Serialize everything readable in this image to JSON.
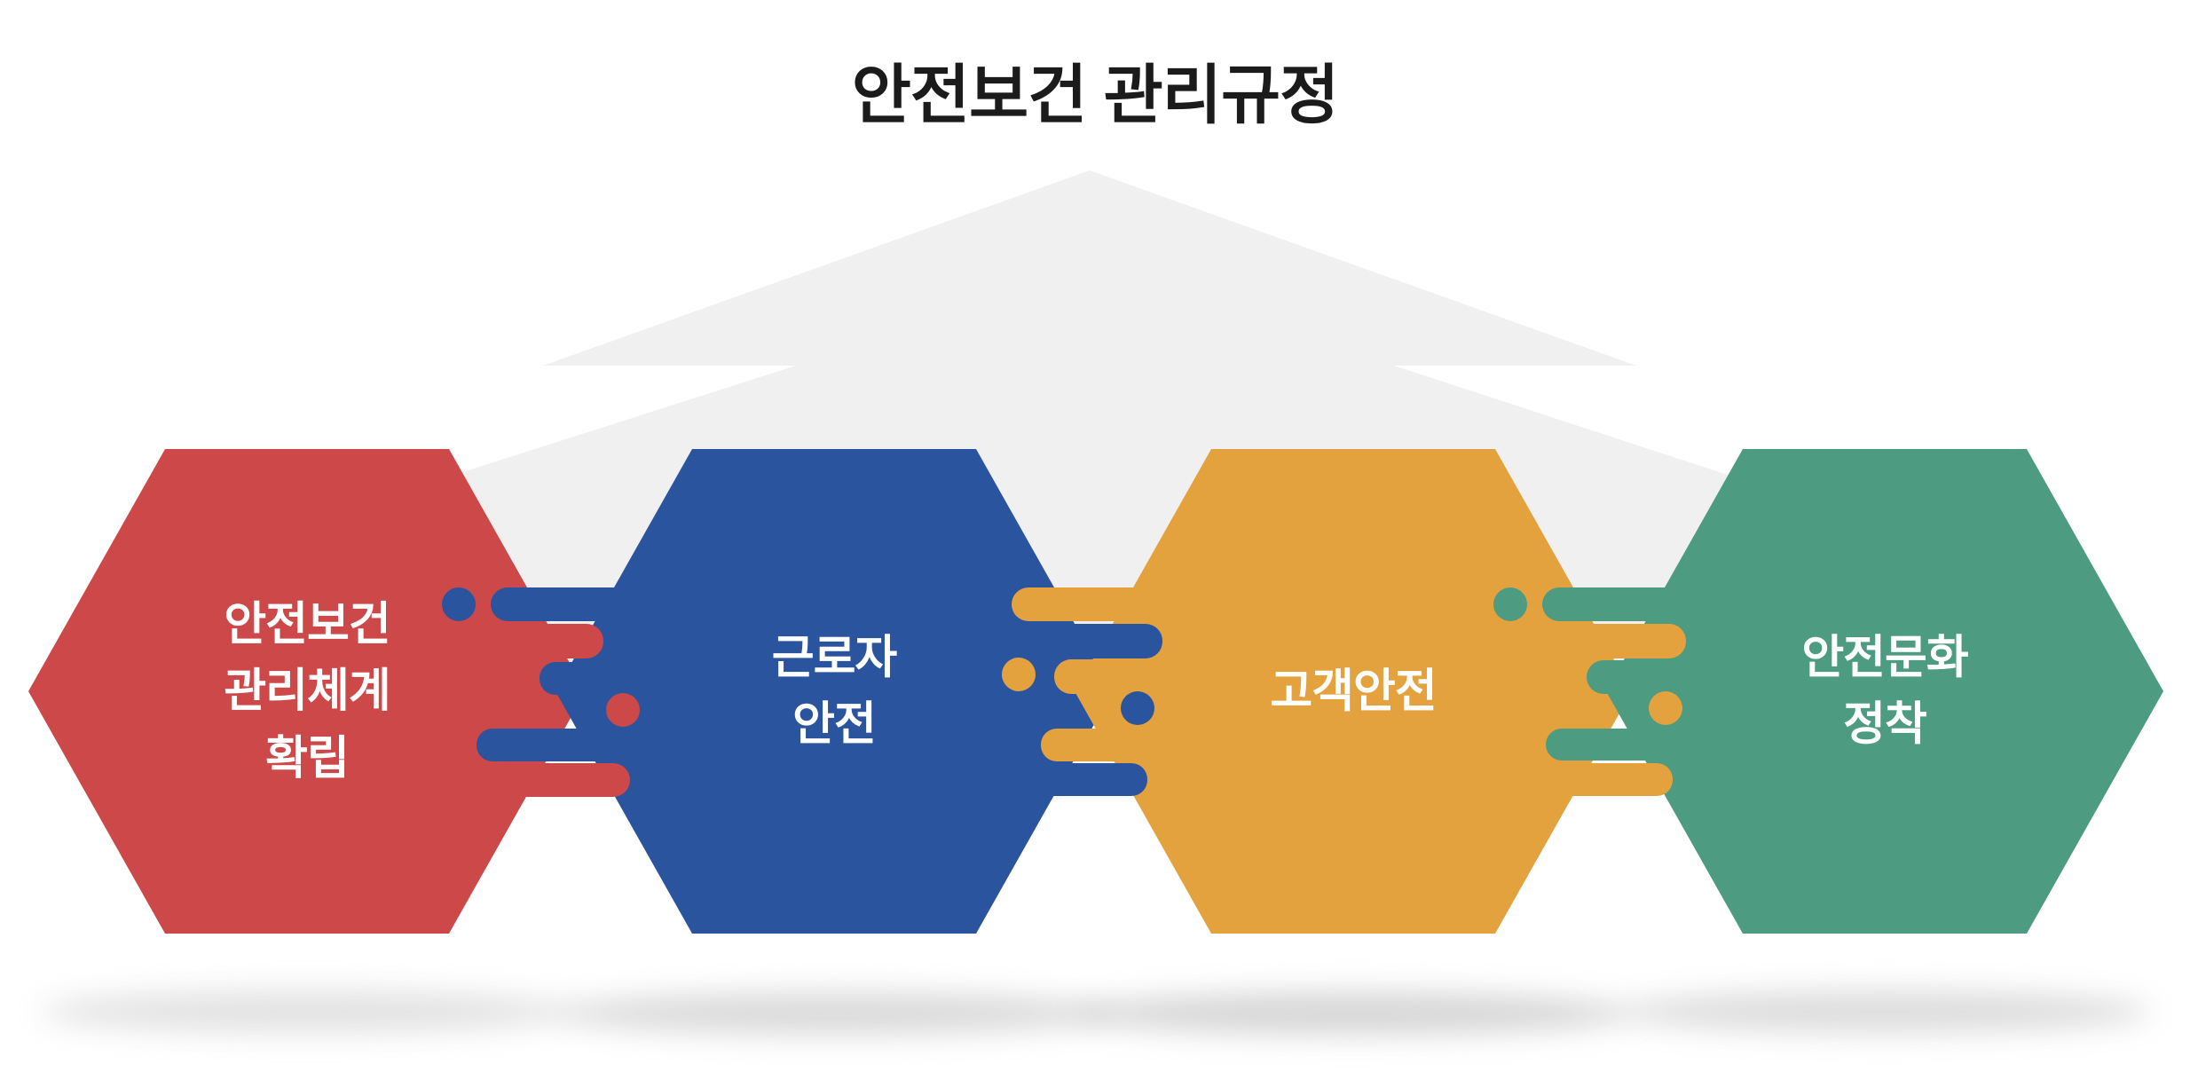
{
  "title": "안전보건 관리규정",
  "colors": {
    "red": "#CC4849",
    "blue": "#2A549E",
    "orange": "#E4A23E",
    "green": "#4D9B81",
    "arrow_gray": "#F0F0F0",
    "shadow_gray": "#ADADAD",
    "title_text": "#1B1B1B",
    "label_text": "#FFFFFF",
    "background": "#FFFFFF"
  },
  "hexagons": [
    {
      "id": "safety-health-system",
      "label": "안전보건\n관리체계\n확립",
      "color": "#CC4849"
    },
    {
      "id": "worker-safety",
      "label": "근로자\n안전",
      "color": "#2A549E"
    },
    {
      "id": "customer-safety",
      "label": "고객안전",
      "color": "#E4A23E"
    },
    {
      "id": "safety-culture",
      "label": "안전문화\n정착",
      "color": "#4D9B81"
    }
  ]
}
